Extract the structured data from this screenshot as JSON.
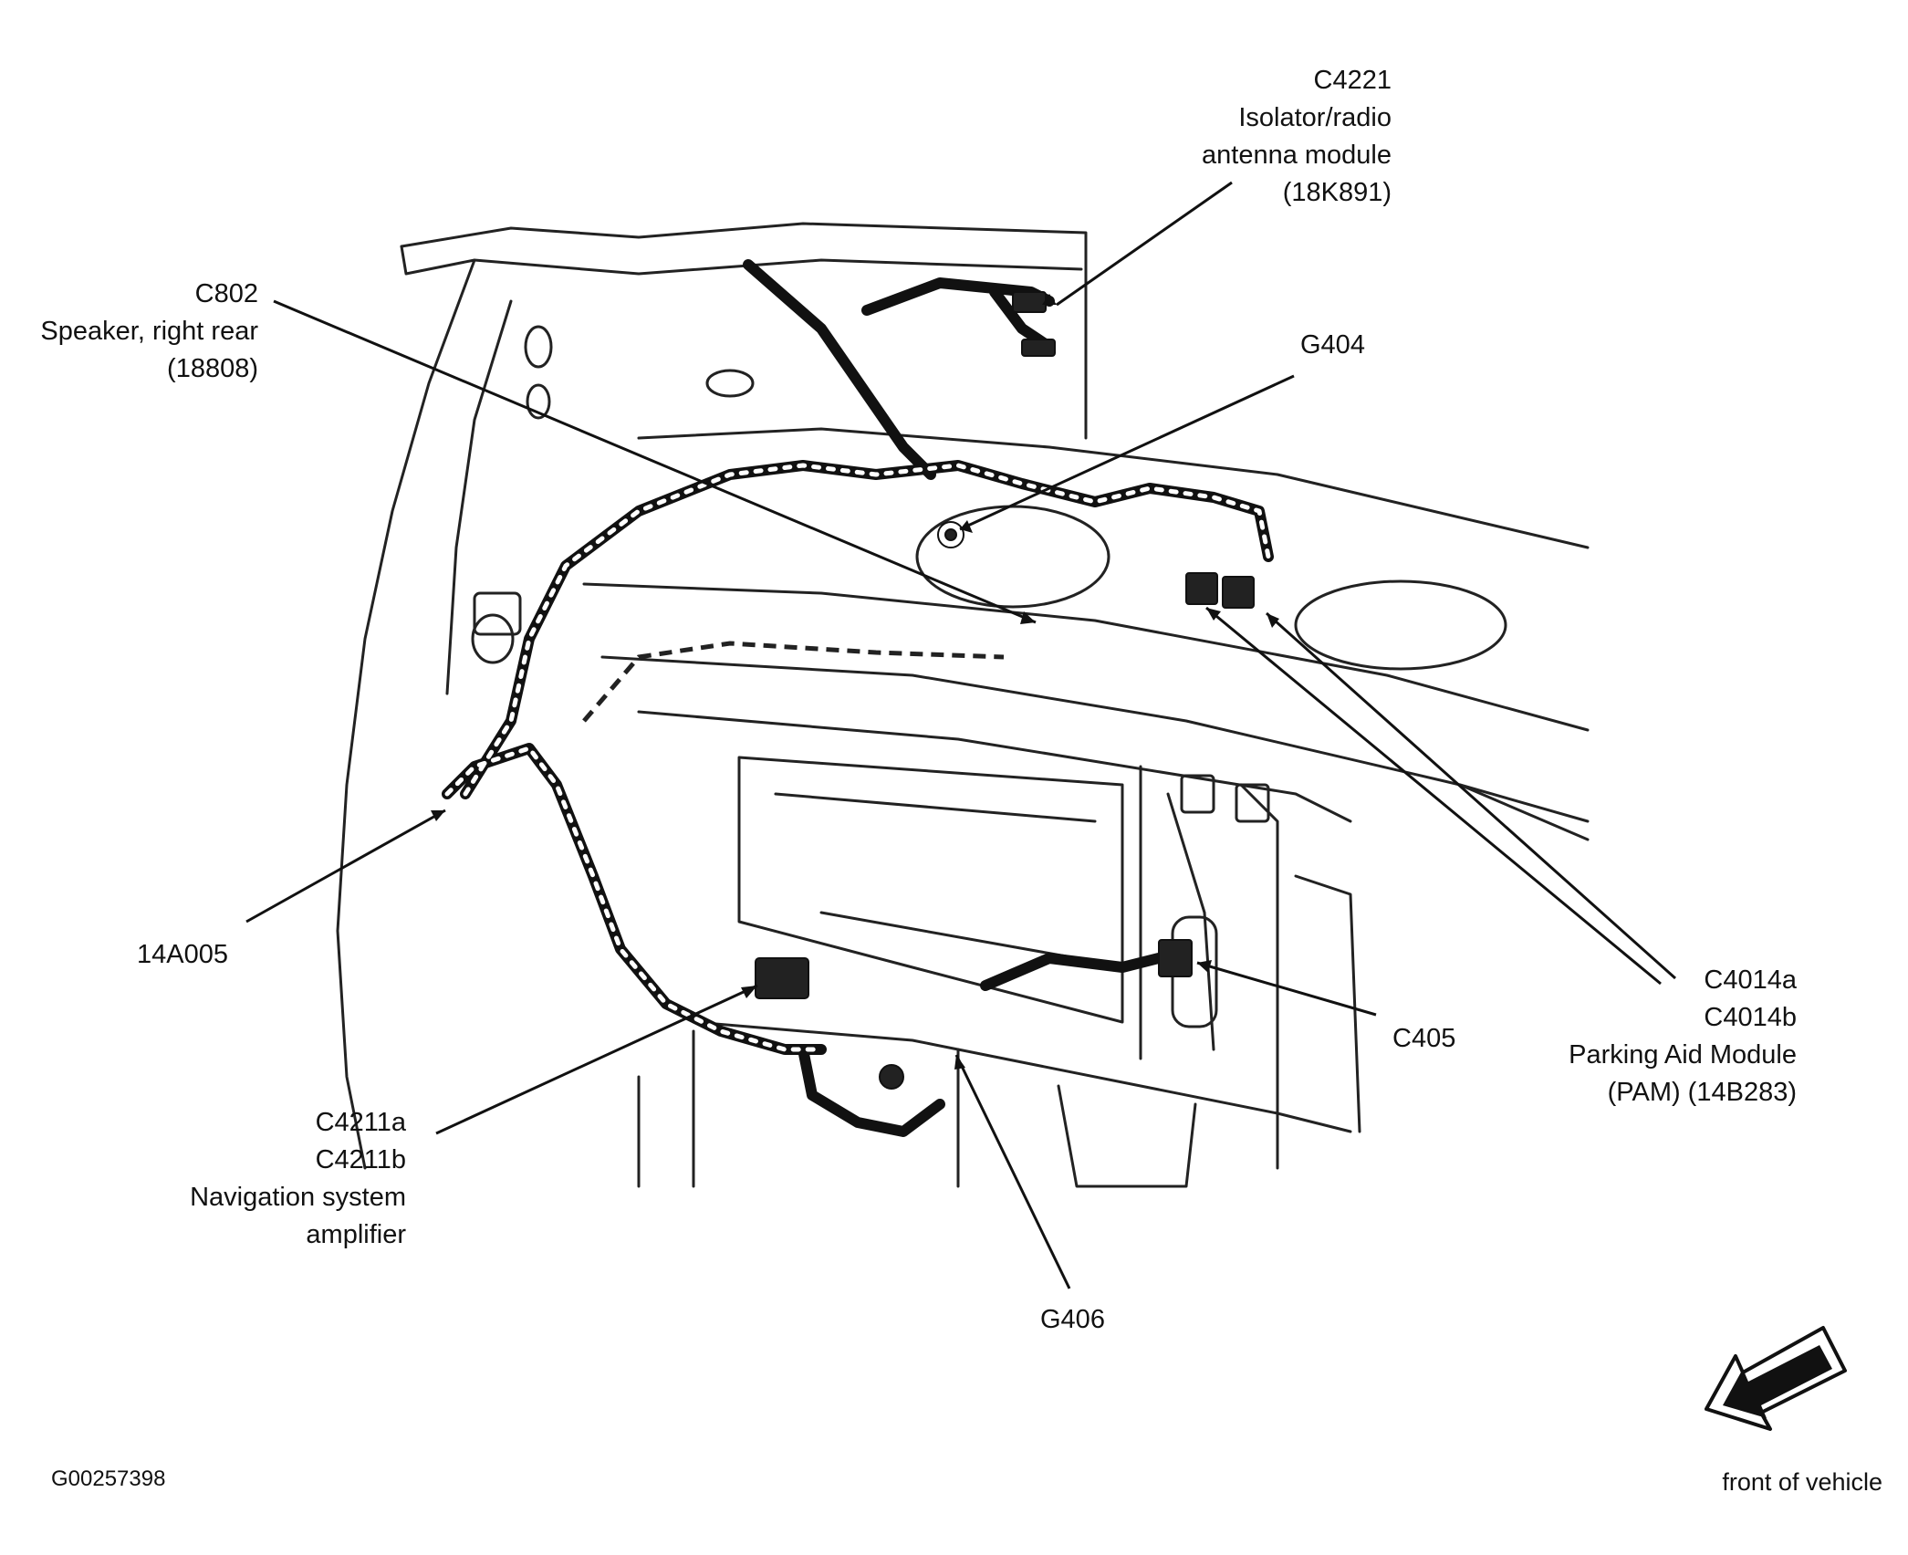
{
  "labels": {
    "c4221": [
      "C4221",
      "Isolator/radio",
      "antenna module",
      "(18K891)"
    ],
    "c802": [
      "C802",
      "Speaker, right rear",
      "(18808)"
    ],
    "g404": [
      "G404"
    ],
    "a14a005": [
      "14A005"
    ],
    "c4014": [
      "C4014a",
      "C4014b",
      "Parking Aid Module",
      "(PAM) (14B283)"
    ],
    "c405": [
      "C405"
    ],
    "c4211": [
      "C4211a",
      "C4211b",
      "Navigation system",
      "amplifier"
    ],
    "g406": [
      "G406"
    ]
  },
  "figure_id": "G00257398",
  "direction_label": "front of vehicle",
  "icons": [
    "front-direction-arrow-icon"
  ]
}
